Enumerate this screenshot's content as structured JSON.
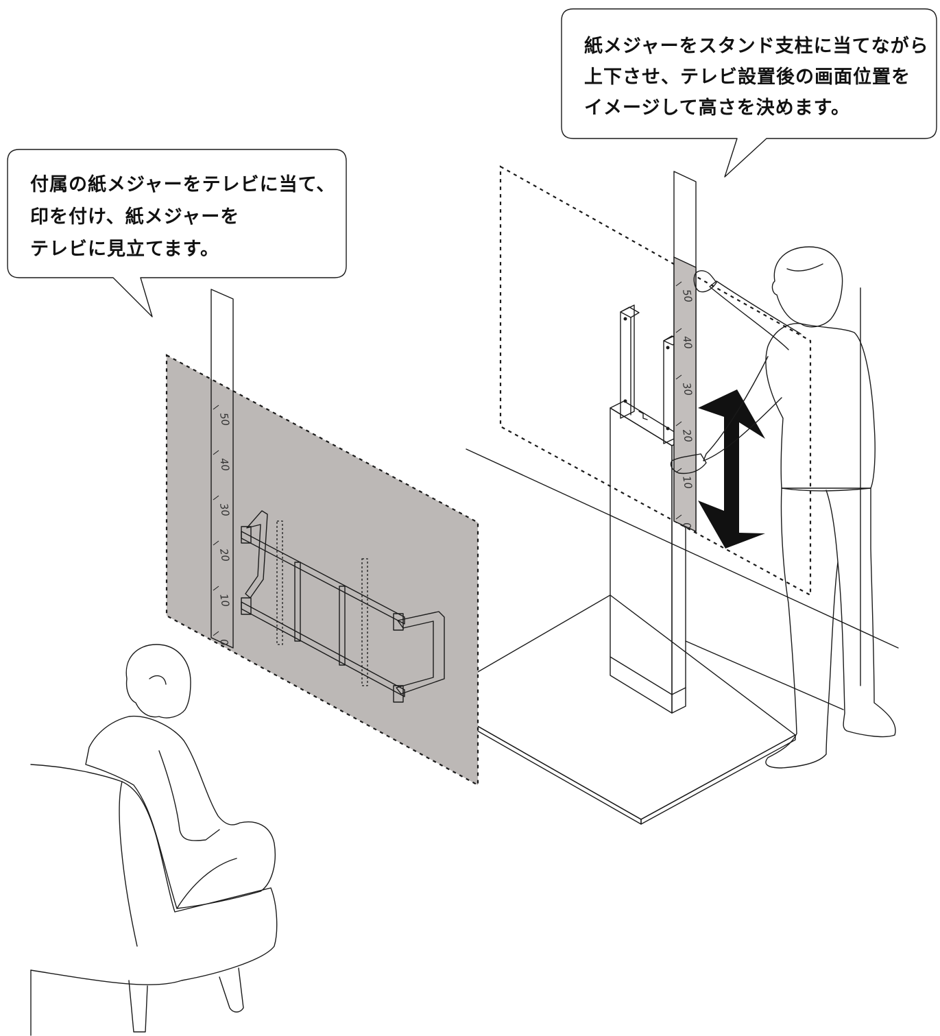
{
  "callouts": {
    "left": {
      "lines": [
        "付属の紙メジャーをテレビに当て、",
        "印を付け、紙メジャーを",
        "テレビに見立てます。"
      ]
    },
    "right": {
      "lines": [
        "紙メジャーをスタンド支柱に当てながら",
        "上下させ、テレビ設置後の画面位置を",
        "イメージして高さを決めます。"
      ]
    }
  },
  "tape_left": {
    "ticks": [
      "0",
      "10",
      "20",
      "30",
      "40",
      "50"
    ]
  },
  "tape_right": {
    "ticks": [
      "0",
      "10",
      "20",
      "30",
      "40",
      "50"
    ]
  },
  "colors": {
    "tv_mock": "#bcb8b6",
    "tape_shade": "#c2bebc",
    "line": "#1a1a1a",
    "arrow": "#111111"
  },
  "icons": {
    "height_adjust": "double-arrow-icon"
  }
}
